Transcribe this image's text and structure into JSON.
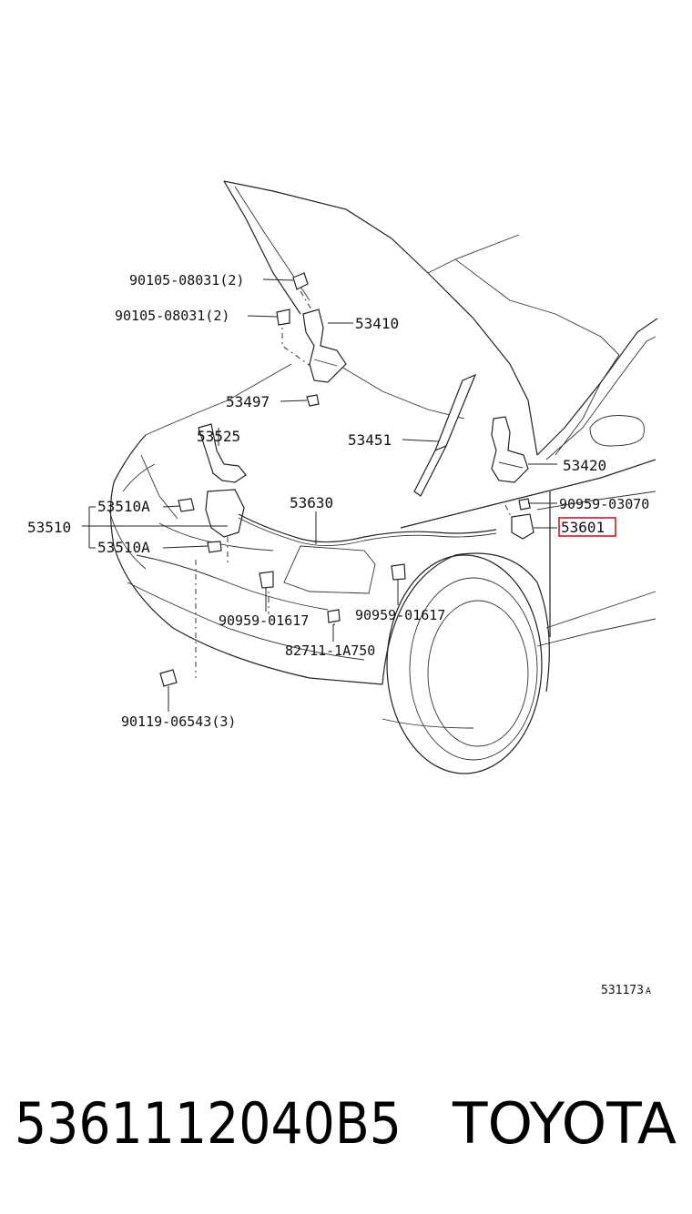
{
  "labels": {
    "bolt_upper": "90105-08031(2)",
    "bolt_lower": "90105-08031(2)",
    "hinge_lh": "53410",
    "clip_53497": "53497",
    "support_rod": "53451",
    "hinge_rh": "53420",
    "lever_53525": "53525",
    "lock_assy": "53510",
    "lock_a_upper": "53510A",
    "lock_a_lower": "53510A",
    "cable": "53630",
    "clamp_03070": "90959-03070",
    "highlighted_part": "53601",
    "clamp_left": "90959-01617",
    "clamp_right": "90959-01617",
    "wire_clamp": "82711-1A750",
    "bolt_bottom": "90119-06543(3)",
    "diagram_code": "531173",
    "diagram_code_suffix": "A"
  },
  "footer": {
    "part_number": "5361112040B5",
    "brand": "TOYOTA"
  },
  "colors": {
    "highlight": "#e0141b",
    "line": "#222222"
  }
}
